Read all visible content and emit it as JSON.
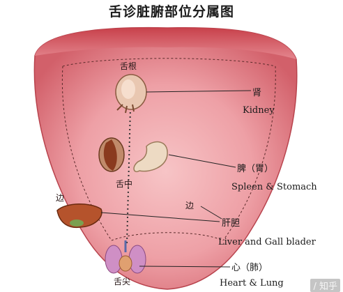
{
  "title": "舌诊脏腑部位分属图",
  "colors": {
    "tongue_outer": "#c9464e",
    "tongue_mid": "#e27780",
    "tongue_inner": "#f3b4b8",
    "line": "#222222",
    "organ_kidney": "#e9c7b1",
    "organ_liver": "#b5532c",
    "organ_lung": "#cf8fc5"
  },
  "regions": {
    "root": "舌根",
    "middle": "舌中",
    "tip": "舌尖",
    "side_left": "边",
    "side_right": "边"
  },
  "labels": {
    "kidney": {
      "zh": "肾",
      "en": "Kidney"
    },
    "spleen": {
      "zh": "脾（胃）",
      "en": "Spleen & Stomach"
    },
    "liver": {
      "zh": "肝胆",
      "en": "Liver and Gall blader"
    },
    "heart": {
      "zh": "心（肺）",
      "en": "Heart & Lung"
    }
  },
  "watermark": "/ 知乎"
}
